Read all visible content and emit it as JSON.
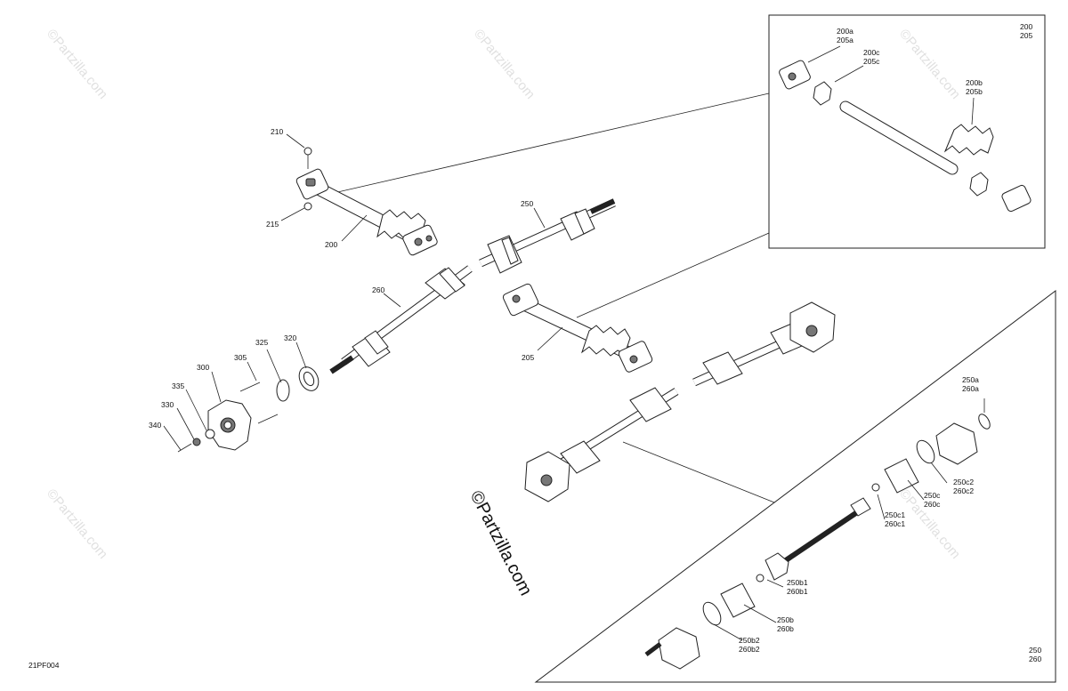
{
  "diagram": {
    "drawing_code": "21PF004",
    "watermark": "©Partzilla.com",
    "center_watermark": "©Partzilla.com",
    "callouts": {
      "c210": "210",
      "c215": "215",
      "c200": "200",
      "c250": "250",
      "c260": "260",
      "c205": "205",
      "c325": "325",
      "c320": "320",
      "c305": "305",
      "c300": "300",
      "c335": "335",
      "c330": "330",
      "c340": "340"
    },
    "inset_top": {
      "header_a": "200",
      "header_b": "205",
      "a1": "200a",
      "a2": "205a",
      "c1": "200c",
      "c2": "205c",
      "b1": "200b",
      "b2": "205b"
    },
    "inset_bottom": {
      "a1": "250a",
      "a2": "260a",
      "c2_1": "250c2",
      "c2_2": "260c2",
      "c_1": "250c",
      "c_2": "260c",
      "c1_1": "250c1",
      "c1_2": "260c1",
      "b1_1": "250b1",
      "b1_2": "260b1",
      "b_1": "250b",
      "b_2": "260b",
      "b2_1": "250b2",
      "b2_2": "260b2",
      "foot_1": "250",
      "foot_2": "260"
    }
  }
}
